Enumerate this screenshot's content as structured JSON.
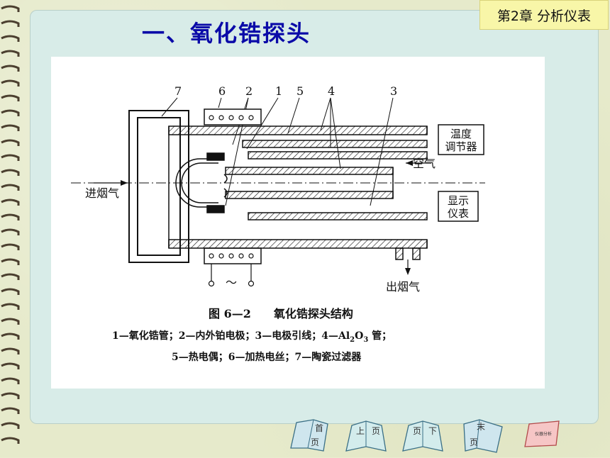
{
  "header": {
    "chapter": "第2章 分析仪表",
    "title": "一、氧化锆探头"
  },
  "figure": {
    "numbers": [
      "7",
      "6",
      "2",
      "1",
      "5",
      "4",
      "3"
    ],
    "labels": {
      "temp_controller": [
        "温度",
        "调节器"
      ],
      "air": "空气",
      "flue_in": "进烟气",
      "display": [
        "显示",
        "仪表"
      ],
      "flue_out": "出烟气",
      "ac": "～"
    },
    "caption": "图 6—2　　氧化锆探头结构",
    "legend_line1": "1—氧化锆管；2—内外铂电极；3—电极引线；4—Al",
    "legend_line1_sub1": "2",
    "legend_line1_mid": "O",
    "legend_line1_sub2": "3",
    "legend_line1_end": " 管；",
    "legend_line2": "5—热电偶；6—加热电丝；7—陶瓷过滤器"
  },
  "nav": {
    "first": [
      "首",
      "页"
    ],
    "prev": [
      "上",
      "页"
    ],
    "next": [
      "页",
      "下"
    ],
    "last": [
      "末",
      "页"
    ],
    "stamp": "仪器分析"
  }
}
